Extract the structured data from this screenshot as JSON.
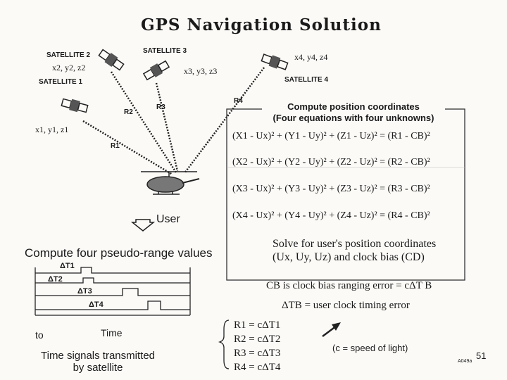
{
  "title": "GPS Navigation Solution",
  "satellites": [
    {
      "label": "SATELLITE 1",
      "coords": "x1, y1, z1",
      "range": "R1"
    },
    {
      "label": "SATELLITE 2",
      "coords": "x2, y2, z2",
      "range": "R2"
    },
    {
      "label": "SATELLITE 3",
      "coords": "x3, y3, z3",
      "range": "R3"
    },
    {
      "label": "SATELLITE 4",
      "coords": "x4, y4, z4",
      "range": "R4"
    }
  ],
  "user_label": "User",
  "box": {
    "title_line1": "Compute position coordinates",
    "title_line2": "(Four equations with four unknowns)",
    "equations": [
      "(X1 - Ux)² + (Y1 - Uy)² + (Z1 - Uz)² = (R1 - CB)²",
      "(X2 - Ux)² + (Y2 - Uy)² + (Z2 - Uz)² = (R2 - CB)²",
      "(X3 - Ux)² + (Y3 - Uy)² + (Z3 - Uz)² = (R3 - CB)²",
      "(X4 - Ux)² + (Y4 - Uy)² + (Z4 - Uz)² = (R4 - CB)²"
    ],
    "solve_line1": "Solve for user's position coordinates",
    "solve_line2": "(Ux, Uy, Uz) and clock bias (CD)"
  },
  "clock_bias_note": "CB is clock bias ranging error = cΔT B",
  "timing_note": "ΔTB = user clock timing error",
  "pseudo_range": {
    "title": "Compute four pseudo-range values",
    "labels": [
      "ΔT1",
      "ΔT2",
      "ΔT3",
      "ΔT4"
    ],
    "t0": "to",
    "time": "Time",
    "caption_line1": "Time signals transmitted",
    "caption_line2": "by satellite"
  },
  "ranges": [
    "R1 = cΔT1",
    "R2 = cΔT2",
    "R3 = cΔT3",
    "R4 = cΔT4"
  ],
  "speed_note": "(c = speed of light)",
  "ref": "A049a",
  "page_number": "51"
}
